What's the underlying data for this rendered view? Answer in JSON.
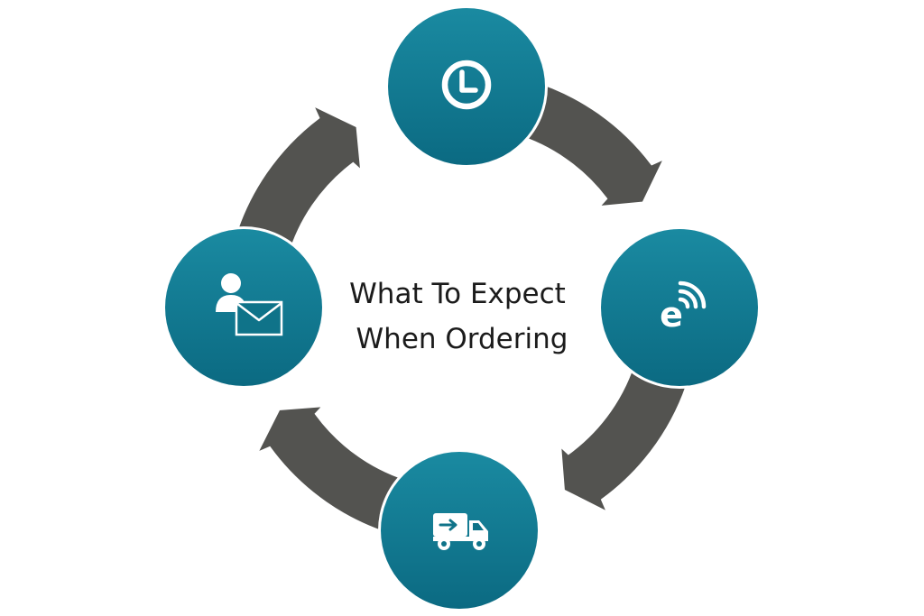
{
  "title": {
    "line1": "What To Expect",
    "line2": "When Ordering"
  },
  "colors": {
    "arrow": "#535350",
    "node_top": "#1a8aa1",
    "node_bottom": "#0b6a82",
    "icon": "#ffffff",
    "text": "#1b1b1b"
  },
  "nodes": [
    {
      "position": "top",
      "icon": "clock-icon"
    },
    {
      "position": "right",
      "icon": "e-commerce-wireless-icon"
    },
    {
      "position": "bottom",
      "icon": "delivery-truck-icon"
    },
    {
      "position": "left",
      "icon": "user-email-icon"
    }
  ]
}
